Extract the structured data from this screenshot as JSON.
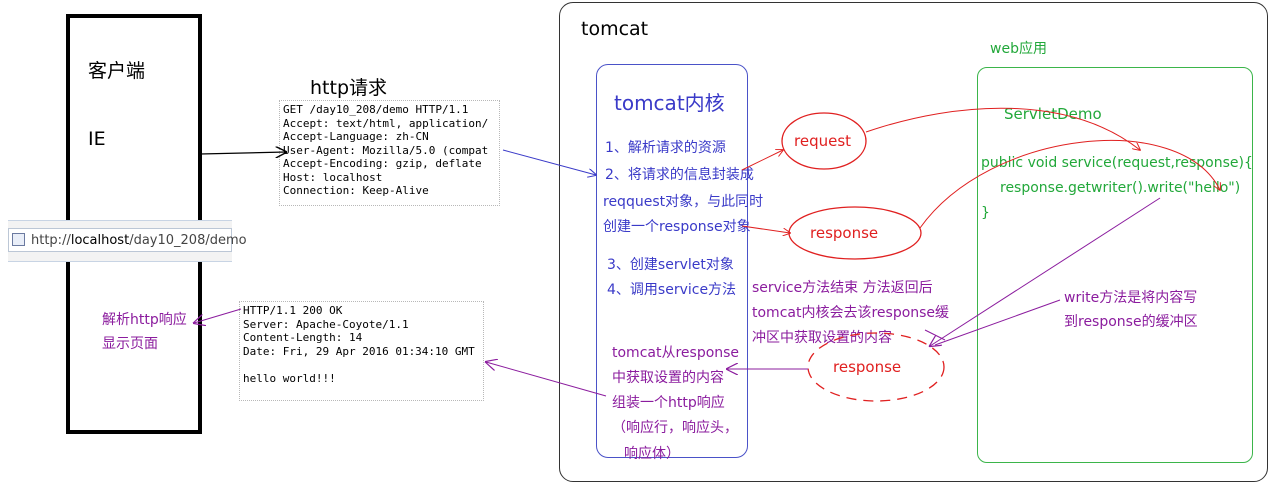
{
  "client": {
    "title": "客户端",
    "browser": "IE",
    "parse_line1": "解析http响应",
    "parse_line2": "显示页面"
  },
  "browser_bar": {
    "url_prefix": "http://",
    "url_host": "localhost",
    "url_path": "/day10_208/demo"
  },
  "http_request": {
    "title": "http请求",
    "lines": [
      "GET /day10_208/demo HTTP/1.1",
      "Accept: text/html, application/",
      "Accept-Language: zh-CN",
      "User-Agent: Mozilla/5.0 (compat",
      "Accept-Encoding: gzip, deflate",
      "Host: localhost",
      "Connection: Keep-Alive"
    ]
  },
  "http_response": {
    "lines": [
      "HTTP/1.1 200 OK",
      "Server: Apache-Coyote/1.1",
      "Content-Length: 14",
      "Date: Fri, 29 Apr 2016 01:34:10 GMT",
      "",
      "hello world!!!"
    ]
  },
  "tomcat": {
    "title": "tomcat",
    "kernel_title": "tomcat内核",
    "steps": [
      "1、解析请求的资源",
      "2、将请求的信息封装成",
      "reqquest对象，与此同时",
      "创建一个response对象",
      "3、创建servlet对象",
      "4、调用service方法"
    ],
    "response_note": [
      "tomcat从response",
      "中获取设置的内容",
      "组装一个http响应",
      "（响应行，响应头，",
      "响应体）"
    ],
    "service_note": [
      "service方法结束 方法返回后",
      "tomcat内核会去该response缓",
      "冲区中获取设置的内容"
    ],
    "request_label": "request",
    "response_label": "response",
    "response_buffer_label": "response"
  },
  "webapp": {
    "title": "web应用",
    "servlet_name": "ServletDemo",
    "code": [
      "public void service(request,response){",
      "response.getwriter().write(\"hello\")",
      "}"
    ],
    "write_note": [
      "write方法是将内容写",
      "到response的缓冲区"
    ]
  },
  "colors": {
    "blue": "#3a3ac8",
    "purple": "#8b1c9e",
    "green": "#22a83a",
    "red": "#e02020"
  }
}
